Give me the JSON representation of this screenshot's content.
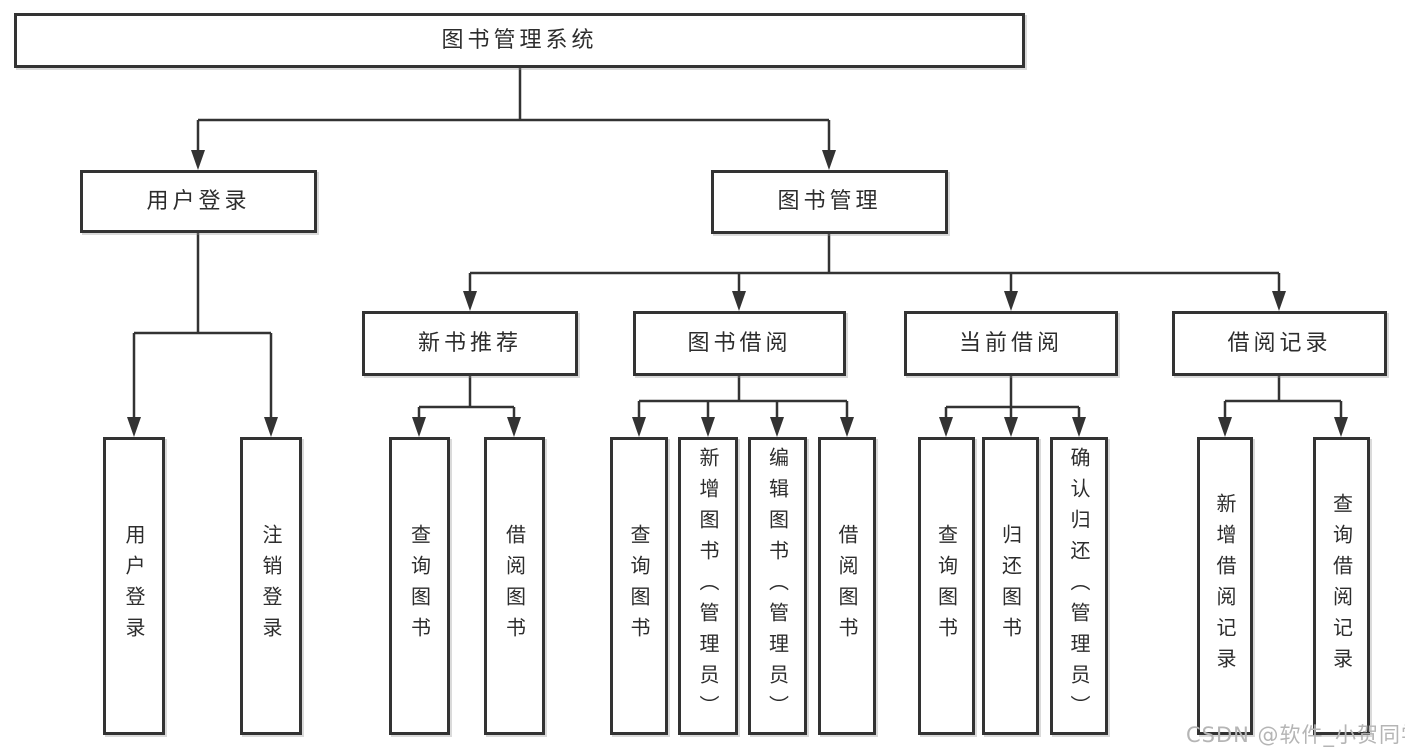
{
  "diagram": {
    "root": {
      "label": "图书管理系统"
    },
    "branches": [
      {
        "label": "用户登录",
        "children": [
          {
            "label": "用户登录"
          },
          {
            "label": "注销登录"
          }
        ]
      },
      {
        "label": "图书管理",
        "children": [
          {
            "label": "新书推荐",
            "children": [
              {
                "label": "查询图书"
              },
              {
                "label": "借阅图书"
              }
            ]
          },
          {
            "label": "图书借阅",
            "children": [
              {
                "label": "查询图书"
              },
              {
                "label": "新增图书（管理员）"
              },
              {
                "label": "编辑图书（管理员）"
              },
              {
                "label": "借阅图书"
              }
            ]
          },
          {
            "label": "当前借阅",
            "children": [
              {
                "label": "查询图书"
              },
              {
                "label": "归还图书"
              },
              {
                "label": "确认归还（管理员）"
              }
            ]
          },
          {
            "label": "借阅记录",
            "children": [
              {
                "label": "新增借阅记录"
              },
              {
                "label": "查询借阅记录"
              }
            ]
          }
        ]
      }
    ]
  },
  "watermark": {
    "text": "CSDN @软件_小贺同学"
  },
  "colors": {
    "line": "#333333",
    "box_border": "#333333",
    "text": "#2d2d2d",
    "watermark": "#b5b5b5",
    "background": "#ffffff"
  }
}
